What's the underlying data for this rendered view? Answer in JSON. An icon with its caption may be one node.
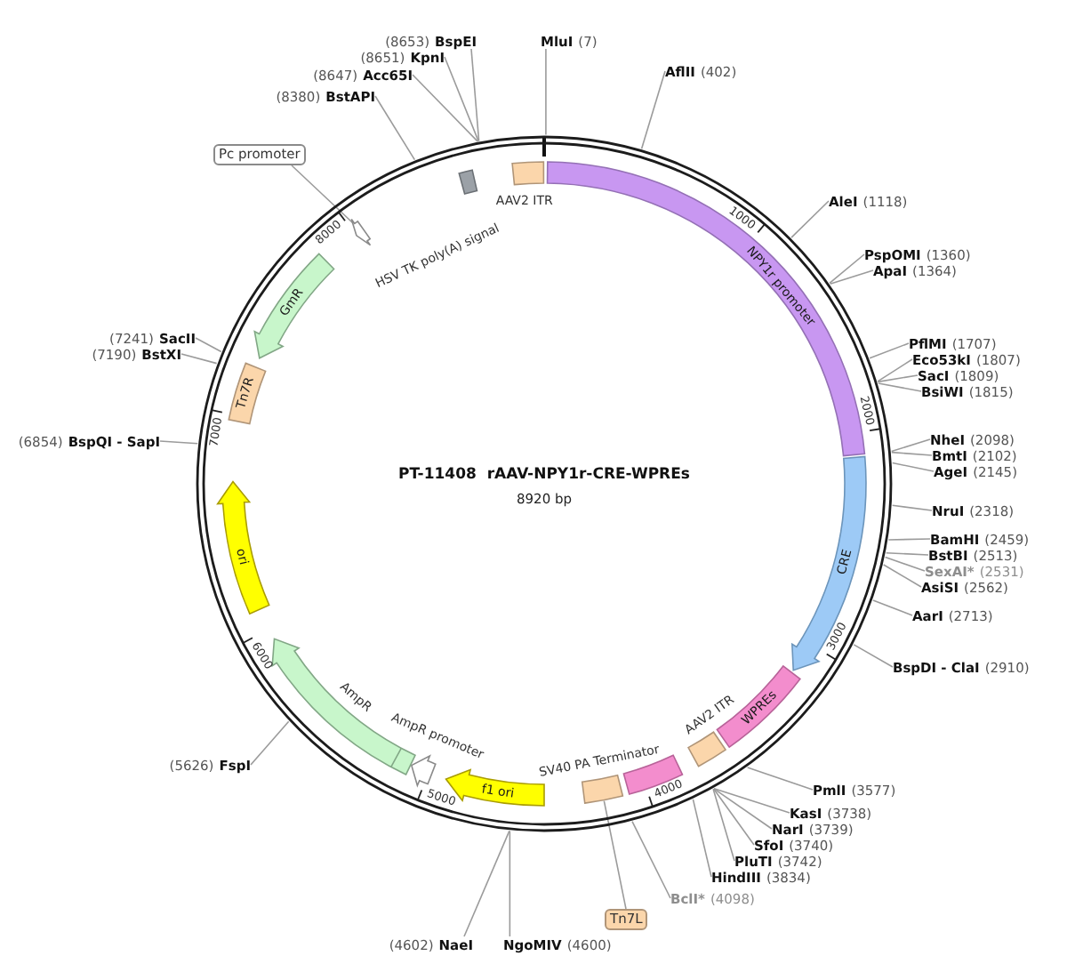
{
  "diagram": {
    "title": "PT-11408  rAAV-NPY1r-CRE-WPREs",
    "nodes": [
      {
        "text": [],
        "shape": "circle"
      },
      {
        "text": [
          "AAV2 ITR"
        ],
        "in": 0
      },
      {
        "text": [
          "NPY1r promoter"
        ],
        "in": 0
      },
      {
        "text": [
          "CRE"
        ],
        "in": 0
      },
      {
        "text": [
          "WPREs"
        ],
        "in": 0
      },
      {
        "text": [
          "AAV2 ITR"
        ],
        "in": 0
      },
      {
        "text": [
          "SV40 PA Terminator"
        ],
        "in": 0
      },
      {
        "text": [],
        "shape": "box",
        "in": 0
      },
      {
        "text": [
          "f1 ori"
        ],
        "in": 0
      },
      {
        "text": [
          "AmpR promoter"
        ],
        "in": 0
      },
      {
        "text": [
          "AmpR"
        ],
        "in": 0
      },
      {
        "text": [
          "ori"
        ],
        "in": 0
      },
      {
        "text": [
          "Tn7R"
        ],
        "in": 0
      },
      {
        "text": [
          "GmR"
        ],
        "in": 0
      },
      {
        "text": [],
        "shape": "arrow",
        "in": 0
      },
      {
        "text": [
          "HSV TK poly(A) signal"
        ],
        "in": 0
      },
      {
        "text": [
          "MluI",
          "(7)"
        ]
      },
      {
        "text": [
          "AflII",
          "(402)"
        ]
      },
      {
        "text": [
          "AleI",
          "(1118)"
        ]
      },
      {
        "text": [
          "PspOMI",
          "(1360)"
        ]
      },
      {
        "text": [
          "ApaI",
          "(1364)"
        ]
      },
      {
        "text": [
          "PflMI",
          "(1707)"
        ]
      },
      {
        "text": [
          "Eco53kI",
          "(1807)"
        ]
      },
      {
        "text": [
          "SacI",
          "(1809)"
        ]
      },
      {
        "text": [
          "BsiWI",
          "(1815)"
        ]
      },
      {
        "text": [
          "NheI",
          "(2098)"
        ]
      },
      {
        "text": [
          "BmtI",
          "(2102)"
        ]
      },
      {
        "text": [
          "AgeI",
          "(2145)"
        ]
      },
      {
        "text": [
          "NruI",
          "(2318)"
        ]
      },
      {
        "text": [
          "BamHI",
          "(2459)"
        ]
      },
      {
        "text": [
          "BstBI",
          "(2513)"
        ]
      },
      {
        "text": [
          "SexAI*",
          "(2531)"
        ]
      },
      {
        "text": [
          "AsiSI",
          "(2562)"
        ]
      },
      {
        "text": [
          "AarI",
          "(2713)"
        ]
      },
      {
        "text": [
          "BspDI - ClaI",
          "(2910)"
        ]
      },
      {
        "text": [
          "PmlI",
          "(3577)"
        ]
      },
      {
        "text": [
          "KasI",
          "(3738)"
        ]
      },
      {
        "text": [
          "NarI",
          "(3739)"
        ]
      },
      {
        "text": [
          "SfoI",
          "(3740)"
        ]
      },
      {
        "text": [
          "PluTI",
          "(3742)"
        ]
      },
      {
        "text": [
          "HindIII",
          "(3834)"
        ]
      },
      {
        "text": [
          "BclI*",
          "(4098)"
        ]
      },
      {
        "text": [
          "Tn7L"
        ]
      },
      {
        "text": [
          "NgoMIV",
          "(4600)"
        ]
      },
      {
        "text": [
          "(4602)",
          "NaeI"
        ]
      },
      {
        "text": [
          "(5626)",
          "FspI"
        ]
      },
      {
        "text": [
          "(6854)",
          "BspQI - SapI"
        ]
      },
      {
        "text": [
          "(7190)",
          "BstXI"
        ]
      },
      {
        "text": [
          "(7241)",
          "SacII"
        ]
      },
      {
        "text": [
          "Pc promoter"
        ]
      },
      {
        "text": [
          "(8380)",
          "BstAPI"
        ]
      },
      {
        "text": [
          "(8647)",
          "Acc65I"
        ]
      },
      {
        "text": [
          "(8651)",
          "KpnI"
        ]
      },
      {
        "text": [
          "(8653)",
          "BspEI"
        ]
      }
    ],
    "edges": [
      {
        "from": 16,
        "to": 0,
        "arrow": "none"
      },
      {
        "from": 17,
        "to": 0,
        "arrow": "none"
      },
      {
        "from": 18,
        "to": 0,
        "arrow": "none"
      },
      {
        "from": 19,
        "to": 0,
        "arrow": "none"
      },
      {
        "from": 20,
        "to": 0,
        "arrow": "none"
      },
      {
        "from": 21,
        "to": 0,
        "arrow": "none"
      },
      {
        "from": 22,
        "to": 0,
        "arrow": "none"
      },
      {
        "from": 23,
        "to": 0,
        "arrow": "none"
      },
      {
        "from": 24,
        "to": 0,
        "arrow": "none"
      },
      {
        "from": 25,
        "to": 0,
        "arrow": "none"
      },
      {
        "from": 26,
        "to": 0,
        "arrow": "none"
      },
      {
        "from": 27,
        "to": 0,
        "arrow": "none"
      },
      {
        "from": 28,
        "to": 0,
        "arrow": "none"
      },
      {
        "from": 29,
        "to": 0,
        "arrow": "none"
      },
      {
        "from": 30,
        "to": 0,
        "arrow": "none"
      },
      {
        "from": 31,
        "to": 0,
        "arrow": "none"
      },
      {
        "from": 32,
        "to": 0,
        "arrow": "none"
      },
      {
        "from": 33,
        "to": 0,
        "arrow": "none"
      },
      {
        "from": 34,
        "to": 0,
        "arrow": "none"
      },
      {
        "from": 35,
        "to": 0,
        "arrow": "none"
      },
      {
        "from": 36,
        "to": 0,
        "arrow": "none"
      },
      {
        "from": 37,
        "to": 0,
        "arrow": "none"
      },
      {
        "from": 38,
        "to": 0,
        "arrow": "none"
      },
      {
        "from": 39,
        "to": 0,
        "arrow": "none"
      },
      {
        "from": 40,
        "to": 0,
        "arrow": "none"
      },
      {
        "from": 41,
        "to": 0,
        "arrow": "none"
      },
      {
        "from": 42,
        "to": 7,
        "arrow": "none"
      },
      {
        "from": 43,
        "to": 0,
        "arrow": "none"
      },
      {
        "from": 44,
        "to": 0,
        "arrow": "none"
      },
      {
        "from": 45,
        "to": 0,
        "arrow": "none"
      },
      {
        "from": 46,
        "to": 0,
        "arrow": "none"
      },
      {
        "from": 47,
        "to": 0,
        "arrow": "none"
      },
      {
        "from": 48,
        "to": 0,
        "arrow": "none"
      },
      {
        "from": 49,
        "to": 14,
        "arrow": "none"
      },
      {
        "from": 50,
        "to": 0,
        "arrow": "none"
      },
      {
        "from": 51,
        "to": 0,
        "arrow": "none"
      },
      {
        "from": 52,
        "to": 0,
        "arrow": "none"
      },
      {
        "from": 53,
        "to": 0,
        "arrow": "none"
      }
    ],
    "labels": [
      "1000",
      "2000",
      "3000",
      "4000",
      "5000",
      "6000",
      "7000",
      "8000",
      "8920 bp"
    ]
  }
}
